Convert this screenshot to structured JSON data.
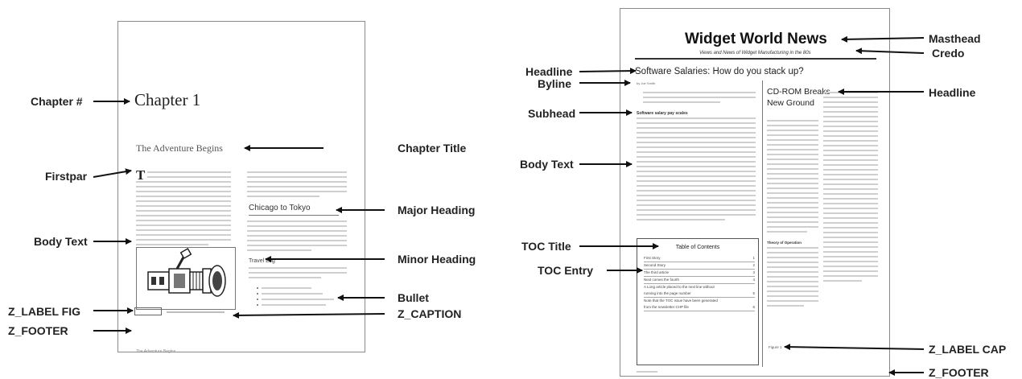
{
  "left_page": {
    "chapter_number": "Chapter 1",
    "chapter_title": "The Adventure Begins",
    "drop_cap": "T",
    "major_heading": "Chicago to Tokyo",
    "minor_heading": "Travel Log",
    "footer": "The Adventure Begins"
  },
  "left_labels": {
    "chapter_num": "Chapter #",
    "firstpar": "Firstpar",
    "body_text": "Body Text",
    "label_fig": "Z_LABEL FIG",
    "footer": "Z_FOOTER",
    "chapter_title": "Chapter Title",
    "major_heading": "Major Heading",
    "minor_heading": "Minor Heading",
    "bullet": "Bullet",
    "caption": "Z_CAPTION"
  },
  "right_page": {
    "masthead": "Widget World News",
    "credo": "Views and News of Widget Manufacturing in the 80s",
    "headline": "Software Salaries: How do you stack up?",
    "byline": "by Joe Smith",
    "subhead": "Software salary pay scales",
    "side_headline": "CD-ROM Breaks New Ground",
    "theory_heading": "Theory of Operation",
    "toc_title": "Table of Contents",
    "toc_entries": [
      {
        "text": "First Story",
        "page": "1"
      },
      {
        "text": "Second Story",
        "page": "2"
      },
      {
        "text": "The third article",
        "page": "3"
      },
      {
        "text": "Next comes the fourth",
        "page": "4"
      },
      {
        "text": "A Long article placed to the next line without",
        "page": ""
      },
      {
        "text": "running into the page number",
        "page": "5"
      },
      {
        "text": "Note that the TOC issue have been generated",
        "page": ""
      },
      {
        "text": "from the newsletter CHP file",
        "page": "6"
      }
    ],
    "label_cap": "Figure 1"
  },
  "right_labels": {
    "headline_left": "Headline",
    "byline": "Byline",
    "subhead": "Subhead",
    "body_text": "Body Text",
    "toc_title": "TOC Title",
    "toc_entry": "TOC Entry",
    "masthead": "Masthead",
    "credo": "Credo",
    "headline_right": "Headline",
    "label_cap": "Z_LABEL CAP",
    "footer": "Z_FOOTER"
  }
}
